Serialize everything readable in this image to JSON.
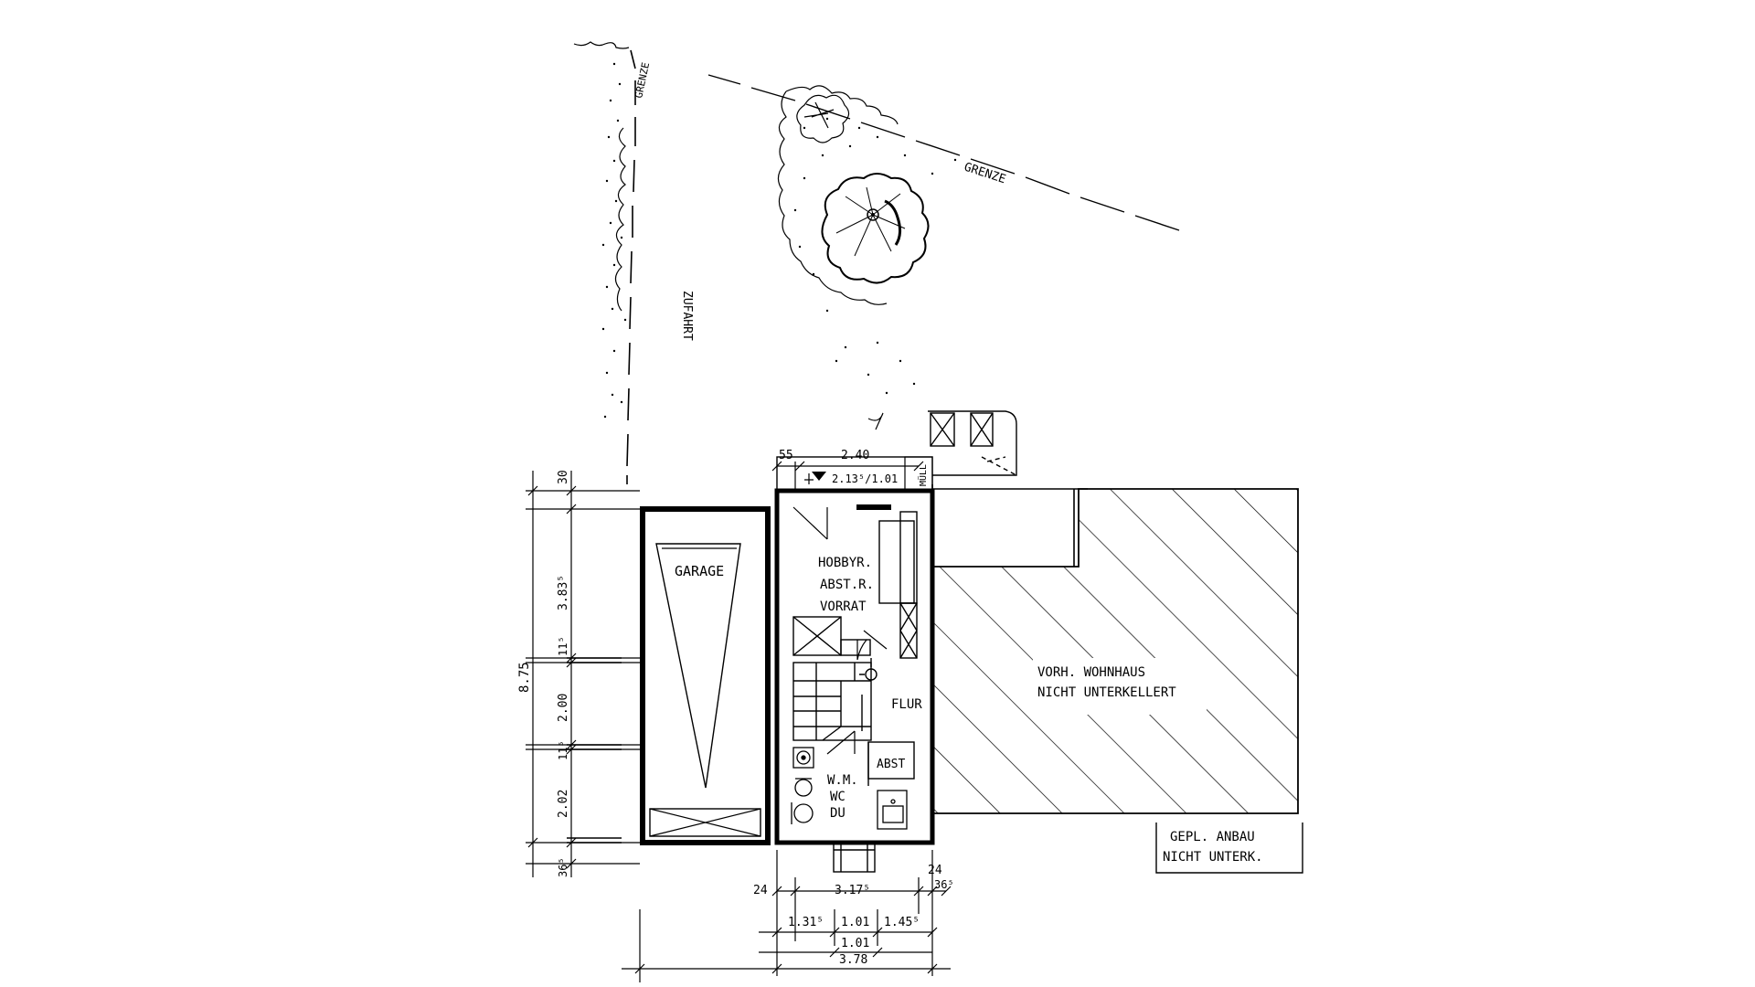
{
  "labels": {
    "grenze_left": "GRENZE",
    "grenze_right": "GRENZE",
    "zufahrt": "ZUFAHRT",
    "garage": "GARAGE",
    "hobby_1": "HOBBYR.",
    "hobby_2": "ABST.R.",
    "hobby_3": "VORRAT",
    "flur": "FLUR",
    "abst": "ABST",
    "wm_1": "W.M.",
    "wm_2": "WC",
    "wm_3": "DU",
    "muell": "MÜLL",
    "wohnhaus_1": "VORH. WOHNHAUS",
    "wohnhaus_2": "NICHT UNTERKELLERT",
    "anbau_1": "GEPL. ANBAU",
    "anbau_2": "NICHT UNTERK."
  },
  "dimensions": {
    "top_55": "55",
    "top_240": "2.40",
    "level": "2.13⁵/1.01",
    "total_height": "8.75",
    "v_30": "30",
    "v_3835": "3.83⁵",
    "v_115a": "11⁵",
    "v_200": "2.00",
    "v_115b": "11⁵",
    "v_202": "2.02",
    "v_365": "36⁵",
    "b_24_left": "24",
    "b_3175": "3.17⁵",
    "b_24_right": "24",
    "b_365": "36⁵",
    "b_1315": "1.31⁵",
    "b_101a": "1.01",
    "b_1455": "1.45⁵",
    "b_101b": "1.01",
    "b_378": "3.78"
  }
}
